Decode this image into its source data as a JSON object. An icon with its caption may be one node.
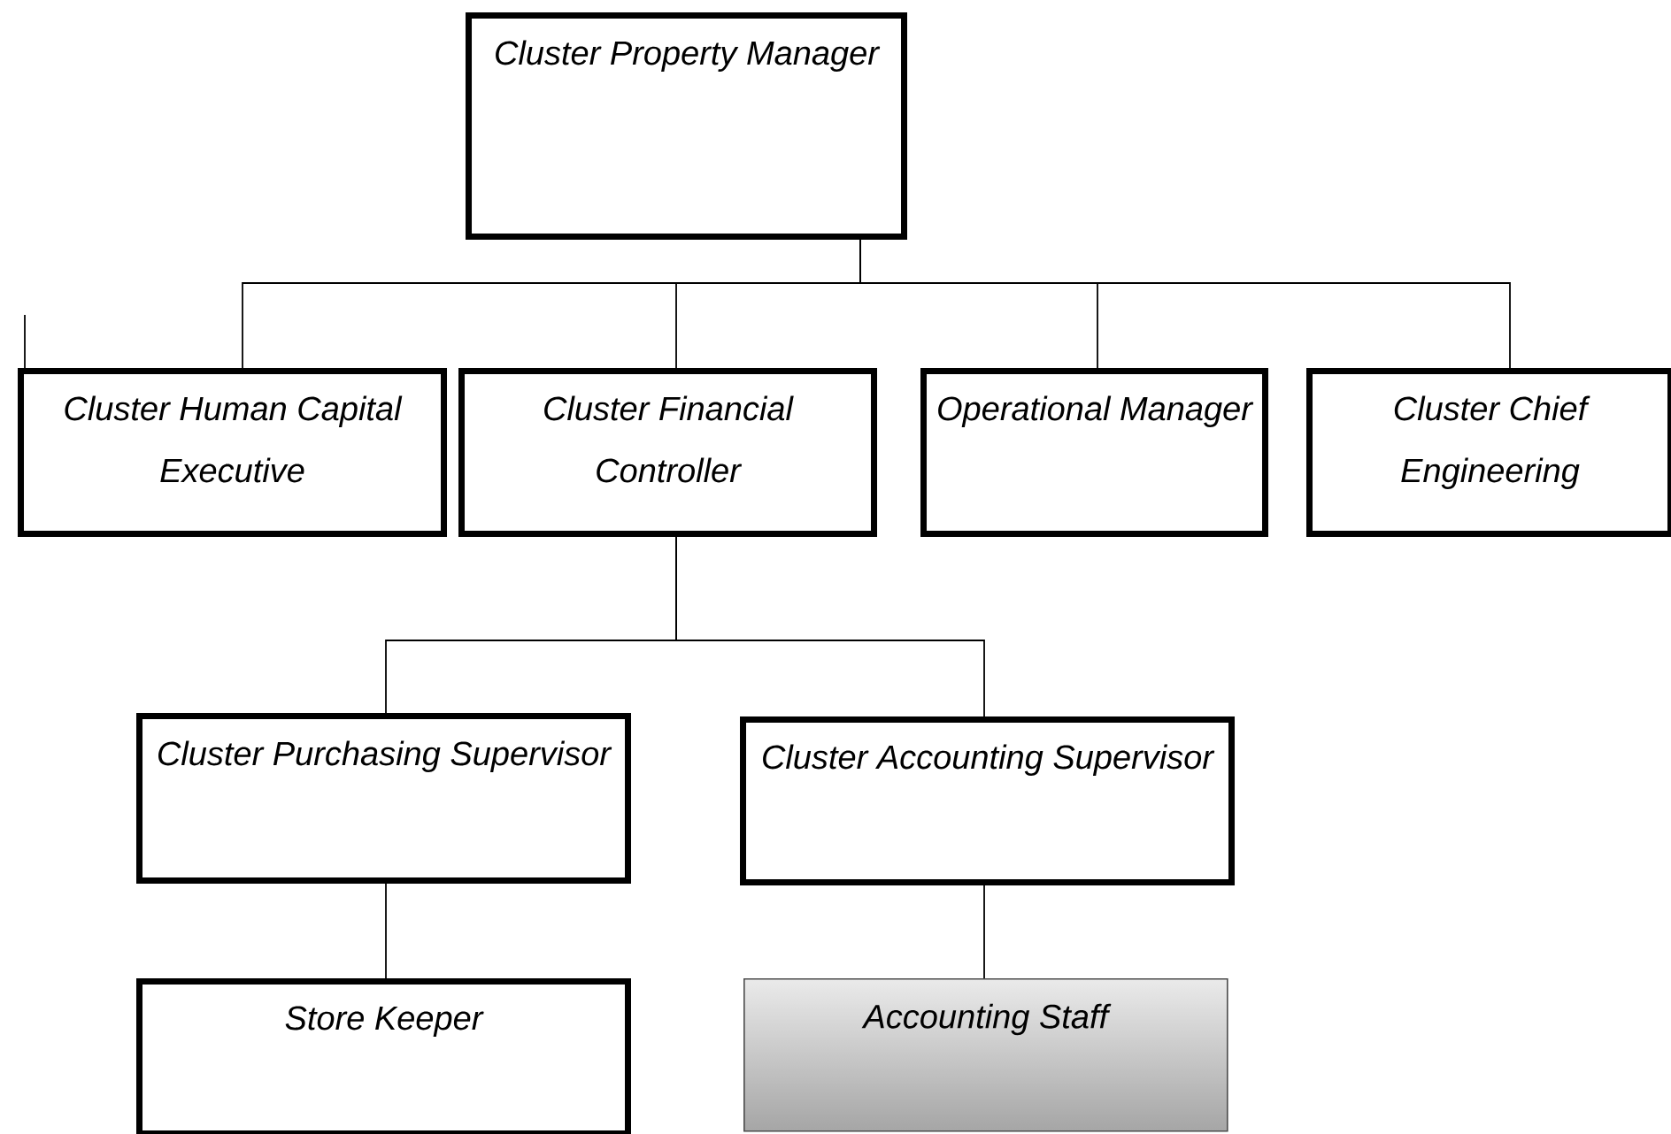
{
  "diagram": {
    "nodes": [
      {
        "text": [
          "Cluster Property Manager"
        ]
      },
      {
        "text": [
          "Cluster Human Capital Executive"
        ]
      },
      {
        "text": [
          "Cluster Financial Controller"
        ]
      },
      {
        "text": [
          "Operational Manager"
        ]
      },
      {
        "text": [
          "Cluster Chief Engineering"
        ]
      },
      {
        "text": [
          "Cluster Purchasing Supervisor"
        ]
      },
      {
        "text": [
          "Cluster Accounting Supervisor"
        ]
      },
      {
        "text": [
          "Store Keeper"
        ]
      },
      {
        "text": [
          "Accounting Staff"
        ]
      }
    ],
    "edges": [
      {
        "from": 0,
        "to": 1,
        "arrow": "none"
      },
      {
        "from": 0,
        "to": 2,
        "arrow": "none"
      },
      {
        "from": 0,
        "to": 3,
        "arrow": "none"
      },
      {
        "from": 0,
        "to": 4,
        "arrow": "none"
      },
      {
        "from": null,
        "to": 1,
        "arrow": "none"
      },
      {
        "from": 2,
        "to": 5,
        "arrow": "none"
      },
      {
        "from": 2,
        "to": 6,
        "arrow": "none"
      },
      {
        "from": 5,
        "to": 7,
        "arrow": "none"
      },
      {
        "from": 6,
        "to": 8,
        "arrow": "none"
      }
    ]
  }
}
